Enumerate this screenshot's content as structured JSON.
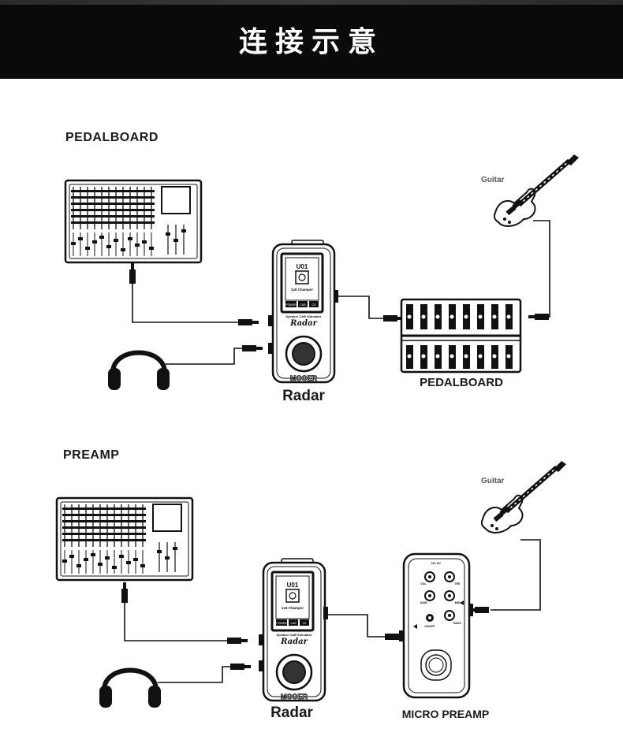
{
  "banner": {
    "title": "连接示意"
  },
  "sections": [
    {
      "label": "PEDALBOARD",
      "guitar_label": "Guitar",
      "pedal": {
        "preset": "U01",
        "screen_text": "1x8 Champer",
        "buttons": [
          "POWER",
          "CAB",
          "CS"
        ],
        "subtitle": "Speaker CAB Simulator",
        "script_name": "Radar",
        "brand": "MOOER",
        "label": "Radar"
      },
      "target_label": "PEDALBOARD"
    },
    {
      "label": "PREAMP",
      "guitar_label": "Guitar",
      "pedal": {
        "preset": "U01",
        "screen_text": "1x8 Champer",
        "buttons": [
          "POWER",
          "CAB",
          "CS"
        ],
        "subtitle": "Speaker CAB Simulator",
        "script_name": "Radar",
        "brand": "MOOER",
        "label": "Radar"
      },
      "preamp": {
        "power": "DC 9V",
        "knobs": [
          "VOL",
          "GAIN",
          "TRE",
          "MID",
          "BASS"
        ],
        "switch_label": "ON/OFF"
      },
      "target_label": "MICRO PREAMP"
    }
  ]
}
